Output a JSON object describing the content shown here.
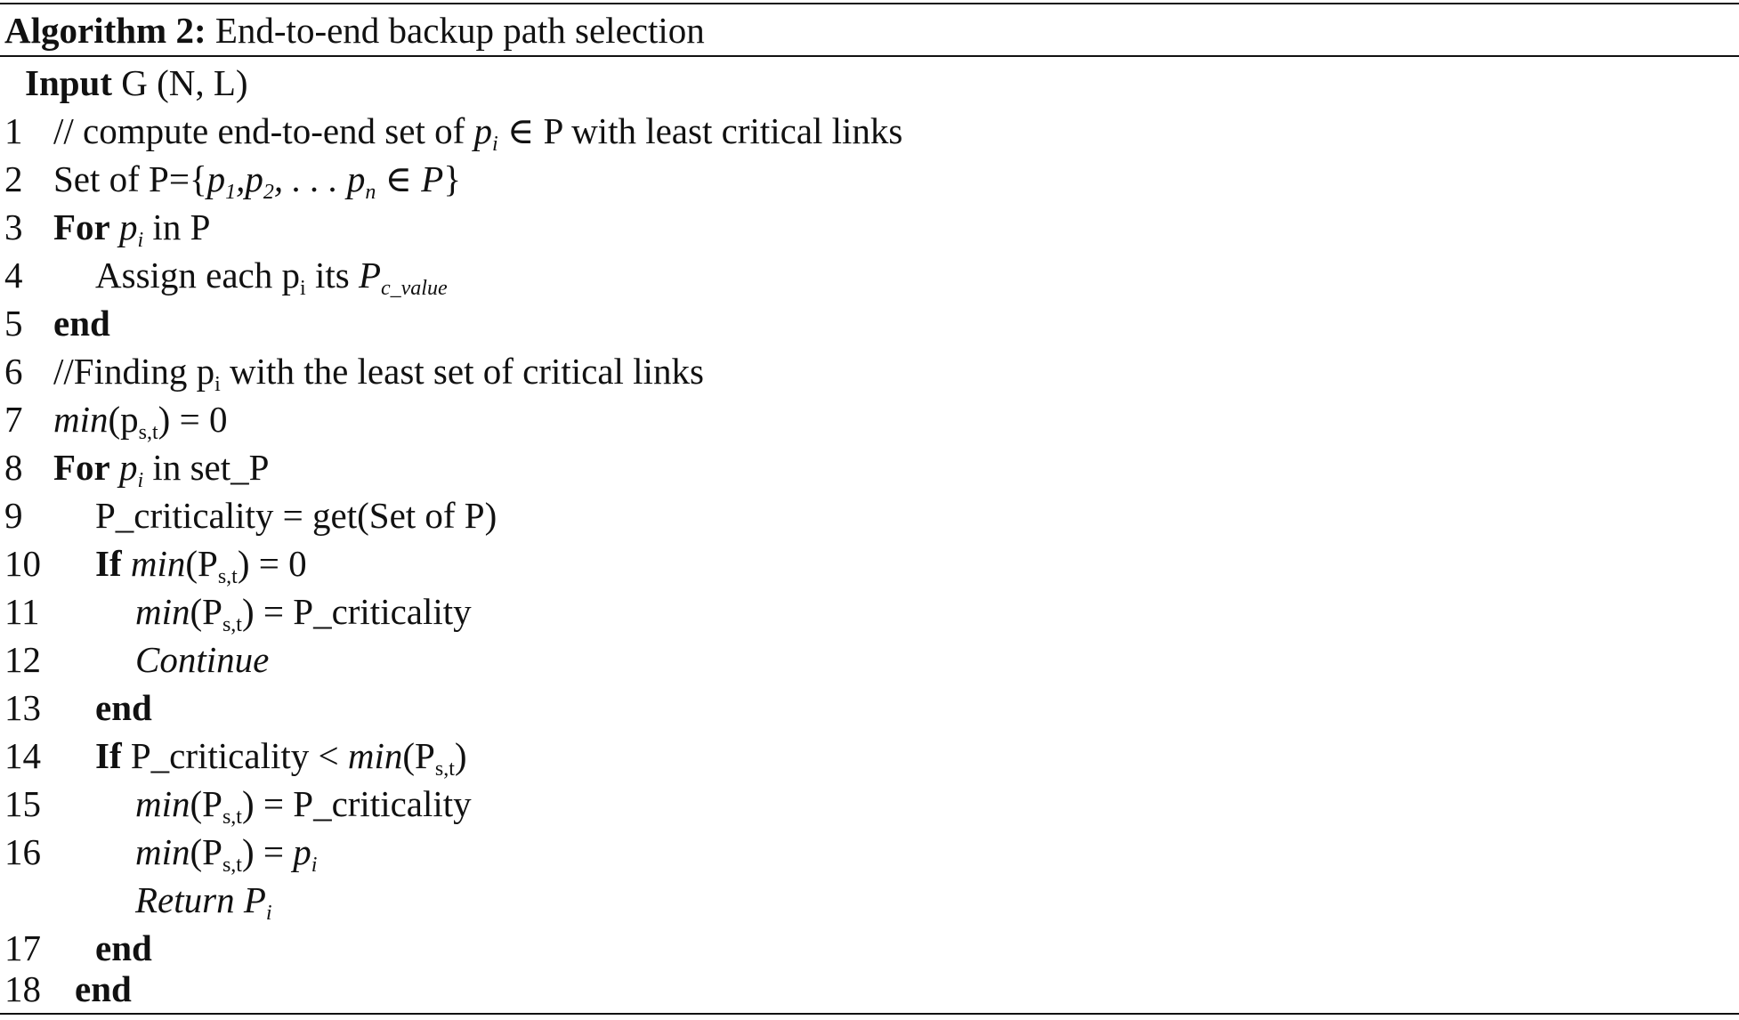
{
  "algorithm": {
    "label": "Algorithm 2:",
    "title": "End-to-end backup path selection",
    "input": {
      "keyword": "Input",
      "text": "G (N, L)"
    },
    "lines": [
      {
        "num": "1",
        "text_a": "// compute end-to-end set of ",
        "var": "p",
        "sub": "i",
        "text_b": " ∈ P with least critical links"
      },
      {
        "num": "2",
        "text_a": "Set of P={",
        "p1": "p",
        "s1": "1",
        "sep1": ",",
        "p2": "p",
        "s2": "2",
        "sep2": ", . . . ",
        "pn": "p",
        "sn": "n",
        "tail": " ∈ P",
        "close": "}"
      },
      {
        "num": "3",
        "kw": "For",
        "var": "p",
        "sub": "i",
        "text_b": " in P"
      },
      {
        "num": "4",
        "text_a": "Assign each p",
        "sub_a": "i",
        "text_b": " its ",
        "var": "P",
        "sub": "c_value"
      },
      {
        "num": "5",
        "kw": "end"
      },
      {
        "num": "6",
        "text_a": "//Finding p",
        "sub_a": "i",
        "text_b": " with the least set of critical links"
      },
      {
        "num": "7",
        "fn": "min",
        "text_a": "(p",
        "sub": "s,t",
        "text_b": ") = 0"
      },
      {
        "num": "8",
        "kw": "For",
        "var": "p",
        "sub": "i",
        "text_b": " in set_P"
      },
      {
        "num": "9",
        "text_a": "P_criticality = get(Set of P)"
      },
      {
        "num": "10",
        "kw": "If",
        "fn": "min",
        "text_a": "(P",
        "sub": "s,t",
        "text_b": ") = 0"
      },
      {
        "num": "11",
        "fn": "min",
        "text_a": "(P",
        "sub": "s,t",
        "text_b": ") = P_criticality"
      },
      {
        "num": "12",
        "ital": "Continue"
      },
      {
        "num": "13",
        "kw": "end"
      },
      {
        "num": "14",
        "kw": "If",
        "text_a": " P_criticality < ",
        "fn": "min",
        "text_b": "(P",
        "sub": "s,t",
        "text_c": ")"
      },
      {
        "num": "15",
        "fn": "min",
        "text_a": "(P",
        "sub": "s,t",
        "text_b": ") = P_criticality"
      },
      {
        "num": "16",
        "fn": "min",
        "text_a": "(P",
        "sub": "s,t",
        "text_b": ") = ",
        "var": "p",
        "vsub": "i"
      },
      {
        "num": "",
        "ital": "Return P",
        "isub": "i"
      },
      {
        "num": "17",
        "kw": "end"
      },
      {
        "num": "18",
        "kw": "end"
      }
    ]
  }
}
